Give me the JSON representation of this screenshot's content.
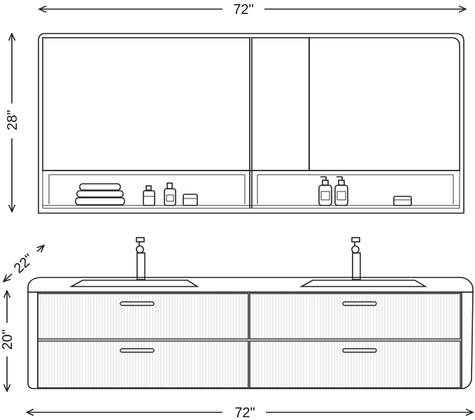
{
  "dimensions": {
    "cabinet_width": "72\"",
    "cabinet_height": "28\"",
    "vanity_depth": "22\"",
    "vanity_height": "20\"",
    "vanity_width": "72\""
  }
}
